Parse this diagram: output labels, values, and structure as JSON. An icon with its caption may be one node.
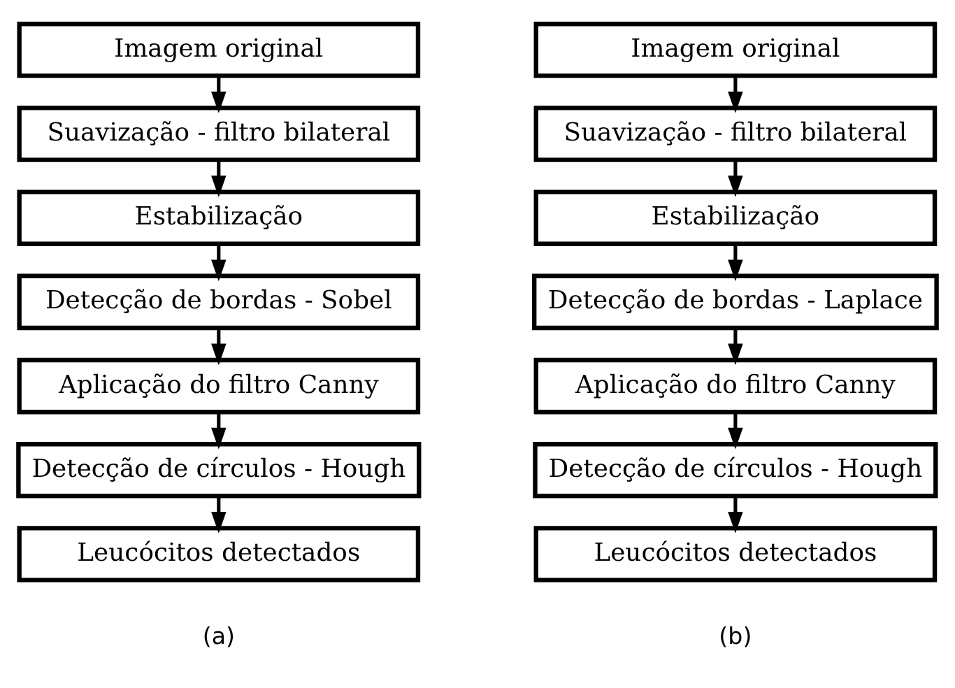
{
  "diagram": {
    "nodes": [
      {
        "text": [
          "Imagem original"
        ]
      },
      {
        "text": [
          "Suavização - filtro bilateral"
        ]
      },
      {
        "text": [
          "Estabilização"
        ]
      },
      {
        "text": [
          "Detecção de bordas - Sobel"
        ]
      },
      {
        "text": [
          "Aplicação do filtro Canny"
        ]
      },
      {
        "text": [
          "Detecção de círculos - Hough"
        ]
      },
      {
        "text": [
          "Leucócitos detectados"
        ]
      },
      {
        "text": [
          "Imagem original"
        ]
      },
      {
        "text": [
          "Suavização - filtro bilateral"
        ]
      },
      {
        "text": [
          "Estabilização"
        ]
      },
      {
        "text": [
          "Detecção de bordas - Laplace"
        ]
      },
      {
        "text": [
          "Aplicação do filtro Canny"
        ]
      },
      {
        "text": [
          "Detecção de círculos - Hough"
        ]
      },
      {
        "text": [
          "Leucócitos detectados"
        ]
      }
    ],
    "edges": [
      {
        "from": 0,
        "to": 1,
        "arrow": "to"
      },
      {
        "from": 1,
        "to": 2,
        "arrow": "to"
      },
      {
        "from": 2,
        "to": 3,
        "arrow": "to"
      },
      {
        "from": 3,
        "to": 4,
        "arrow": "to"
      },
      {
        "from": 4,
        "to": 5,
        "arrow": "to"
      },
      {
        "from": 5,
        "to": 6,
        "arrow": "to"
      },
      {
        "from": 7,
        "to": 8,
        "arrow": "to"
      },
      {
        "from": 8,
        "to": 9,
        "arrow": "to"
      },
      {
        "from": 9,
        "to": 10,
        "arrow": "to"
      },
      {
        "from": 10,
        "to": 11,
        "arrow": "to"
      },
      {
        "from": 11,
        "to": 12,
        "arrow": "to"
      },
      {
        "from": 12,
        "to": 13,
        "arrow": "to"
      }
    ],
    "labels": [
      "(a)",
      "(b)"
    ]
  }
}
